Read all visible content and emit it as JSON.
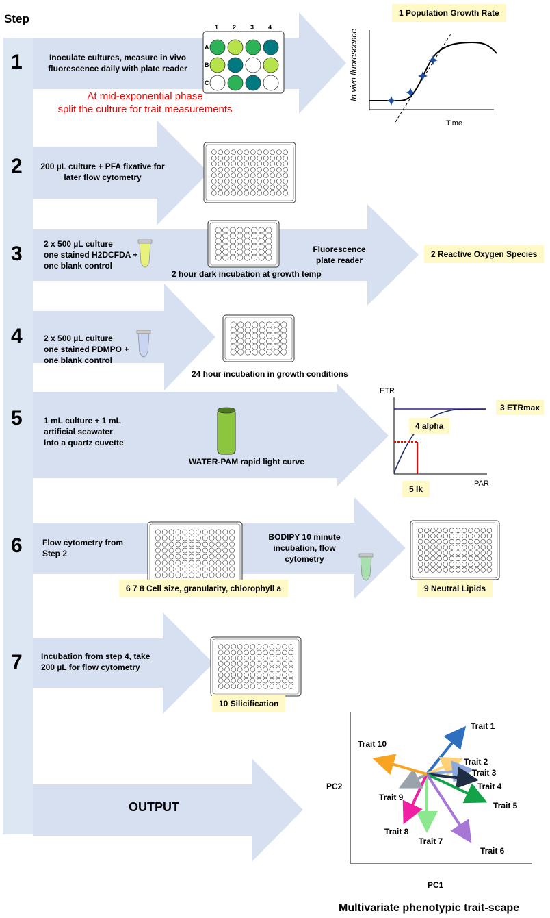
{
  "colors": {
    "arrow": "#d6e0f0",
    "column": "#dde6f3",
    "highlight": "#fff9c8",
    "note": "#ff0000"
  },
  "header": {
    "step_label": "Step"
  },
  "steps": [
    {
      "number": "1",
      "lines": [
        "Inoculate cultures, measure in vivo",
        "fluorescence daily with plate reader"
      ],
      "note": [
        "At mid-exponential phase",
        "split the culture for trait measurements"
      ]
    },
    {
      "number": "2",
      "lines": [
        "200 µL culture + PFA fixative for",
        "later flow cytometry"
      ]
    },
    {
      "number": "3",
      "lines": [
        "2 x 500 µL culture",
        "one stained H2DCFDA +",
        "one blank control"
      ],
      "caption": "2 hour dark incubation at growth temp",
      "readout": "Fluorescence plate reader"
    },
    {
      "number": "4",
      "lines": [
        "2 x 500 µL culture",
        "one stained PDMPO +",
        "one blank control"
      ],
      "caption": "24 hour incubation in growth conditions"
    },
    {
      "number": "5",
      "lines": [
        "1 mL culture + 1 mL",
        "artificial seawater",
        "Into a quartz cuvette"
      ],
      "caption": "WATER-PAM rapid light curve"
    },
    {
      "number": "6",
      "lines": [
        "Flow cytometry from",
        "Step 2"
      ],
      "secondary": [
        "BODIPY 10 minute",
        "incubation, flow",
        "cytometry"
      ]
    },
    {
      "number": "7",
      "lines": [
        "Incubation from step 4, take",
        "200 µL for flow cytometry"
      ]
    }
  ],
  "output": {
    "label": "OUTPUT"
  },
  "traits": {
    "growth_rate": "1 Population Growth Rate",
    "ros": "2 Reactive Oxygen Species",
    "etrmax": "3 ETRmax",
    "alpha": "4 alpha",
    "ik": "5 Ik",
    "flow": "6 7 8 Cell size, granularity, chlorophyll a",
    "lipids": "9 Neutral Lipids",
    "silicification": "10 Silicification"
  },
  "growth_chart": {
    "ylabel": "In vivo fluorescence",
    "xlabel": "Time"
  },
  "light_curve": {
    "ylabel": "ETR",
    "xlabel": "PAR"
  },
  "plate12": {
    "columns": [
      "1",
      "2",
      "3",
      "4"
    ],
    "rows": [
      "A",
      "B",
      "C"
    ]
  },
  "pca": {
    "xlabel": "PC1",
    "ylabel": "PC2",
    "title": "Multivariate phenotypic trait-scape",
    "traits": [
      "Trait 1",
      "Trait 2",
      "Trait 3",
      "Trait 4",
      "Trait 5",
      "Trait 6",
      "Trait 7",
      "Trait 8",
      "Trait 9",
      "Trait 10"
    ]
  }
}
